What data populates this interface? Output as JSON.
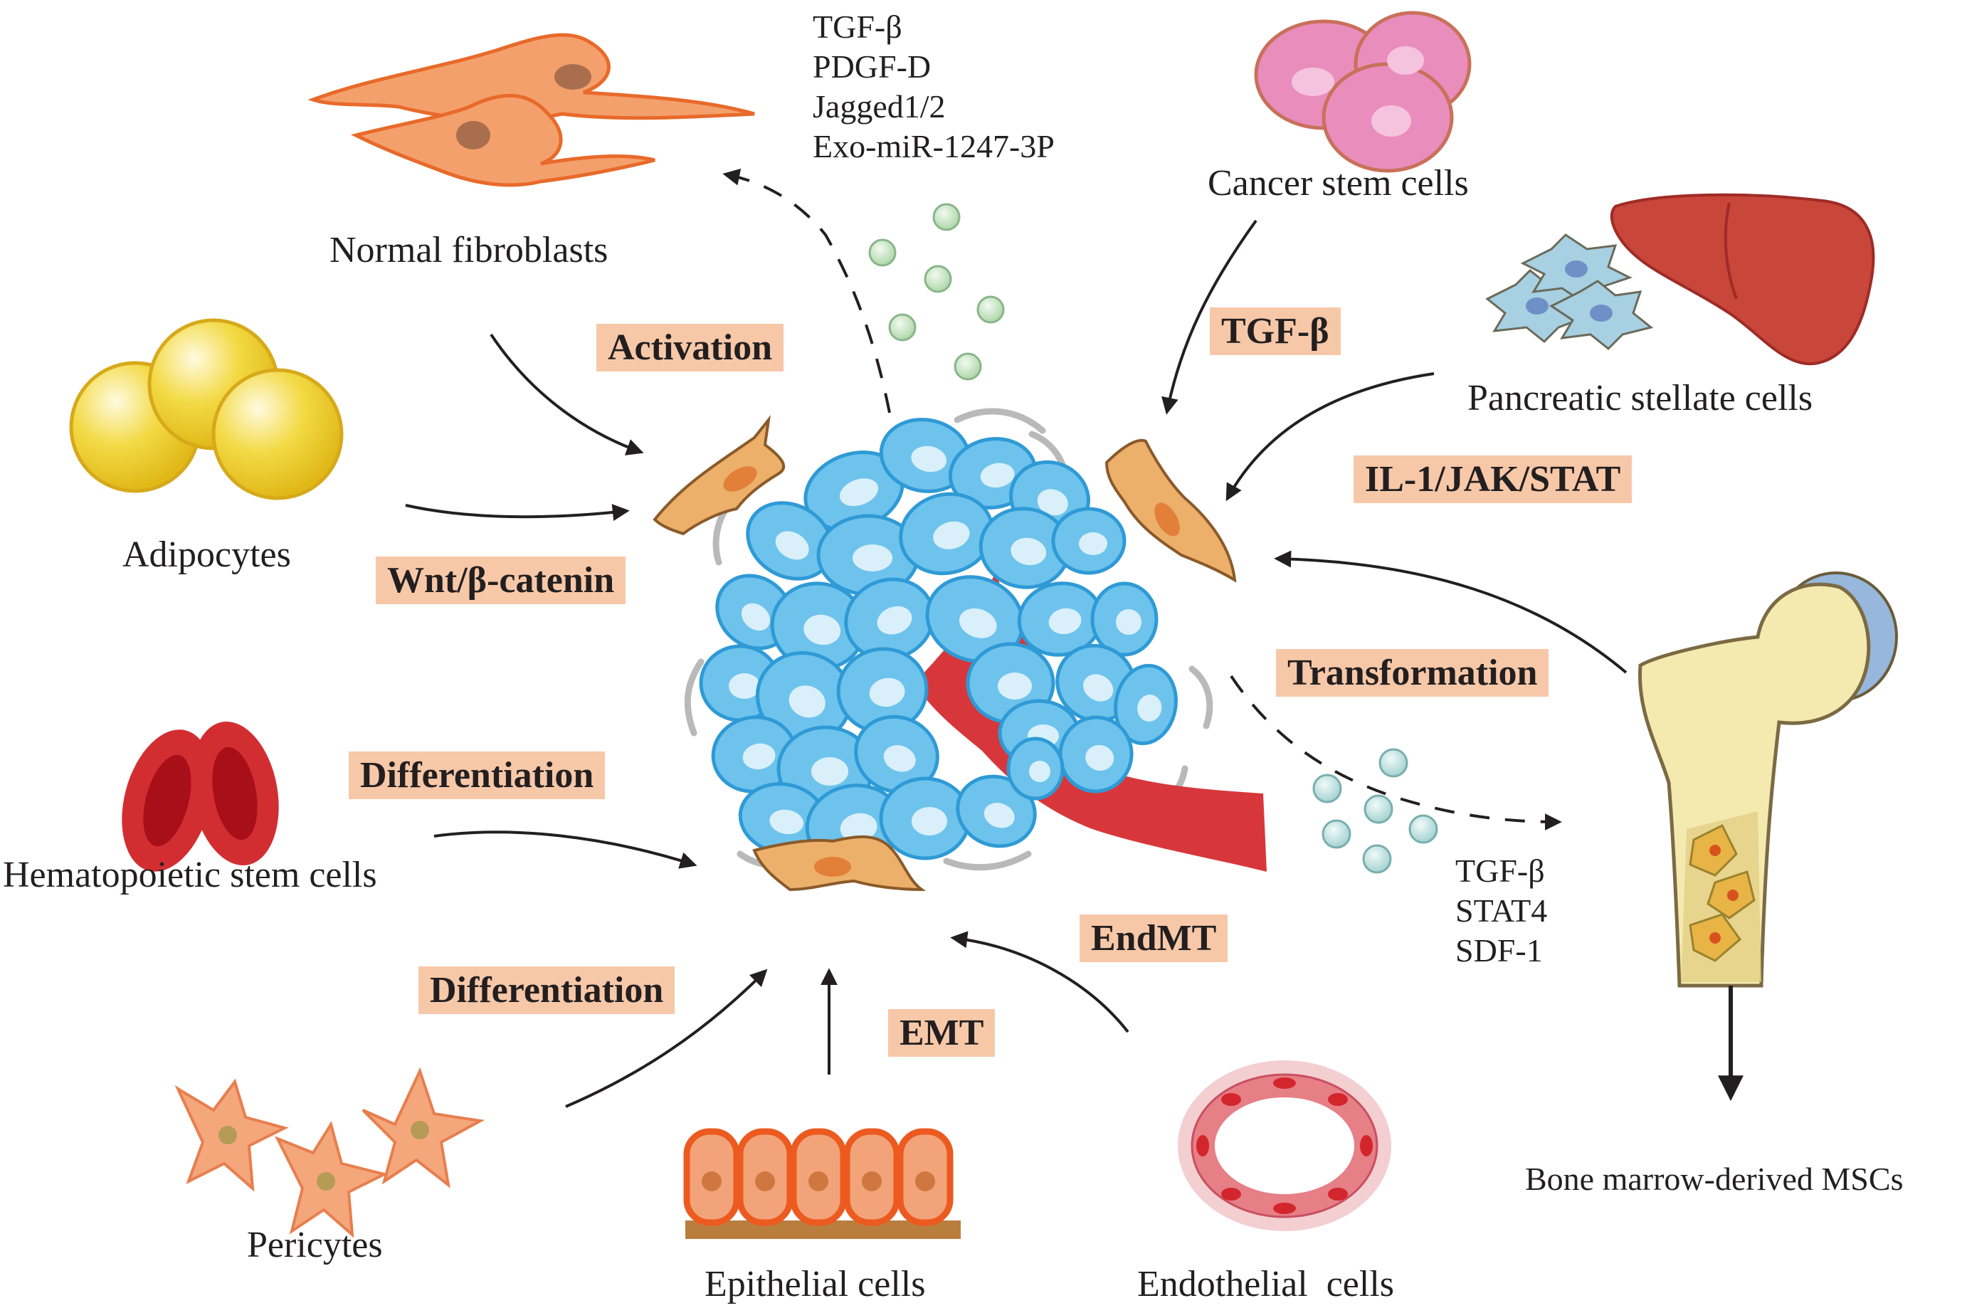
{
  "colors": {
    "tumor_cell": "#6ec3ec",
    "tumor_nucleus": "#d9f0fb",
    "tumor_outline": "#2e9ad6",
    "vessel": "#d7373b",
    "caf": "#e6a35a",
    "label_box": "#f7c8a8",
    "fibroblast": "#f08a4b",
    "adipocyte": "#f0cf2c",
    "rbc": "#d22e32",
    "pericyte": "#f5a77c",
    "epithelial": "#ef6a2a",
    "endothelial": "#e46c6c",
    "cancer_stem": "#e98dbd",
    "liver": "#c9463b",
    "bone": "#f4eab0",
    "exosome_green": "#c8e6c5",
    "exosome_teal": "#c3e5e5"
  },
  "sources": {
    "normal_fibroblasts": "Normal fibroblasts",
    "adipocytes": "Adipocytes",
    "hematopoietic": "Hematopoietic stem cells",
    "pericytes": "Pericytes",
    "epithelial": "Epithelial cells",
    "endothelial": "Endothelial  cells",
    "cancer_stem": "Cancer stem cells",
    "stellate": "Pancreatic stellate cells",
    "bone_marrow": "Bone marrow-derived MSCs"
  },
  "processes": {
    "activation": "Activation",
    "wnt": "Wnt/β-catenin",
    "differentiation_hsc": "Differentiation",
    "differentiation_pericyte": "Differentiation",
    "emt": "EMT",
    "endmt": "EndMT",
    "tgfb": "TGF-β",
    "il1": "IL-1/JAK/STAT",
    "transformation": "Transformation"
  },
  "factors_top": [
    "TGF-β",
    "PDGF-D",
    "Jagged1/2",
    "Exo-miR-1247-3P"
  ],
  "factors_right": [
    "TGF-β",
    "STAT4",
    "SDF-1"
  ]
}
